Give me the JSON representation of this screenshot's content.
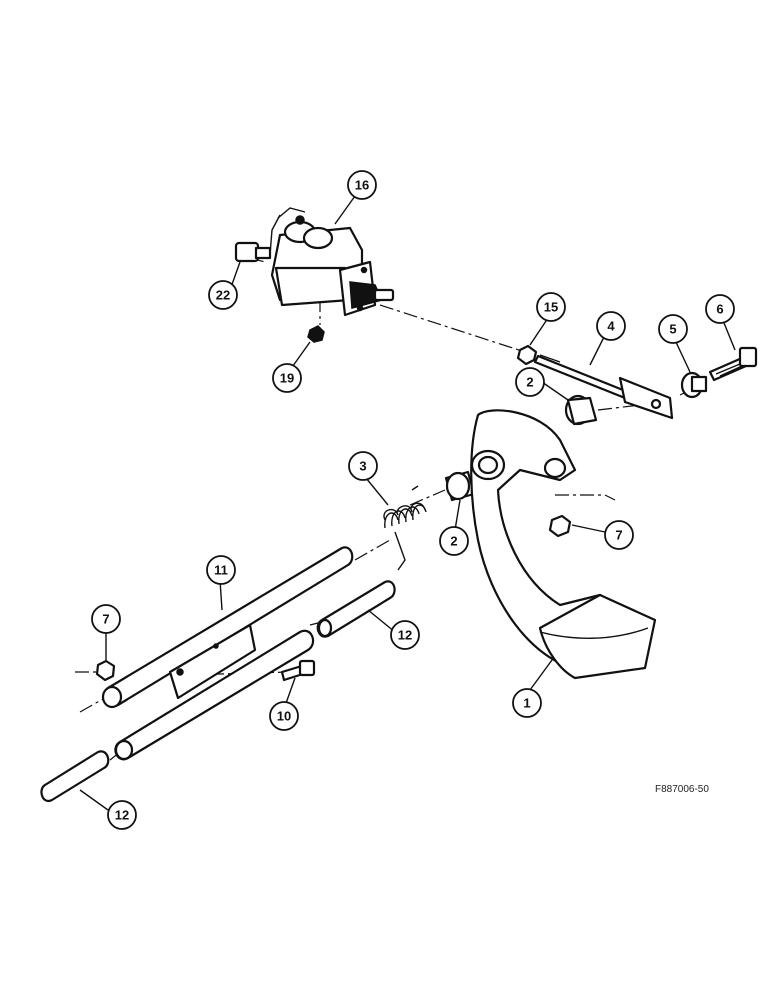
{
  "diagram": {
    "figure_code": "F887006-50",
    "callouts": [
      {
        "id": "c16",
        "label": "16"
      },
      {
        "id": "c22",
        "label": "22"
      },
      {
        "id": "c19",
        "label": "19"
      },
      {
        "id": "c15",
        "label": "15"
      },
      {
        "id": "c4",
        "label": "4"
      },
      {
        "id": "c5",
        "label": "5"
      },
      {
        "id": "c6",
        "label": "6"
      },
      {
        "id": "c2a",
        "label": "2"
      },
      {
        "id": "c3",
        "label": "3"
      },
      {
        "id": "c2b",
        "label": "2"
      },
      {
        "id": "c7a",
        "label": "7"
      },
      {
        "id": "c11",
        "label": "11"
      },
      {
        "id": "c7b",
        "label": "7"
      },
      {
        "id": "c12a",
        "label": "12"
      },
      {
        "id": "c1",
        "label": "1"
      },
      {
        "id": "c10",
        "label": "10"
      },
      {
        "id": "c12b",
        "label": "12"
      }
    ]
  }
}
